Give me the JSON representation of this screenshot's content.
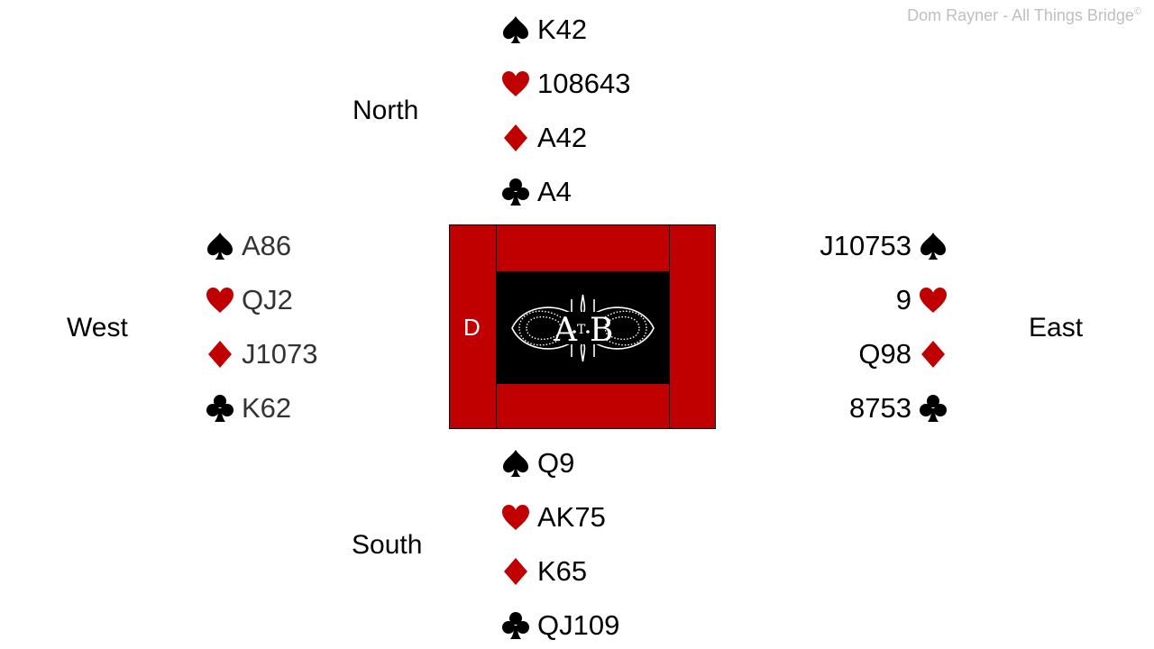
{
  "copyright": {
    "text": "Dom Rayner  - All Things Bridge",
    "symbol": "©"
  },
  "dealer": "D",
  "logo": {
    "letters": [
      "A",
      "T",
      "B"
    ]
  },
  "colors": {
    "red": "#c00000",
    "black": "#000000",
    "table": "#c00000"
  },
  "north": {
    "label": "North",
    "hand": [
      {
        "suit": "spade-icon",
        "cards": "K42"
      },
      {
        "suit": "heart-icon",
        "cards": "108643"
      },
      {
        "suit": "diamond-icon",
        "cards": "A42"
      },
      {
        "suit": "club-icon",
        "cards": "A4"
      }
    ]
  },
  "west": {
    "label": "West",
    "hand": [
      {
        "suit": "spade-icon",
        "cards": "A86"
      },
      {
        "suit": "heart-icon",
        "cards": "QJ2"
      },
      {
        "suit": "diamond-icon",
        "cards": "J1073"
      },
      {
        "suit": "club-icon",
        "cards": "K62"
      }
    ]
  },
  "east": {
    "label": "East",
    "hand": [
      {
        "suit": "spade-icon",
        "cards": "J10753"
      },
      {
        "suit": "heart-icon",
        "cards": "9"
      },
      {
        "suit": "diamond-icon",
        "cards": "Q98"
      },
      {
        "suit": "club-icon",
        "cards": "8753"
      }
    ]
  },
  "south": {
    "label": "South",
    "hand": [
      {
        "suit": "spade-icon",
        "cards": "Q9"
      },
      {
        "suit": "heart-icon",
        "cards": "AK75"
      },
      {
        "suit": "diamond-icon",
        "cards": "K65"
      },
      {
        "suit": "club-icon",
        "cards": "QJ109"
      }
    ]
  }
}
